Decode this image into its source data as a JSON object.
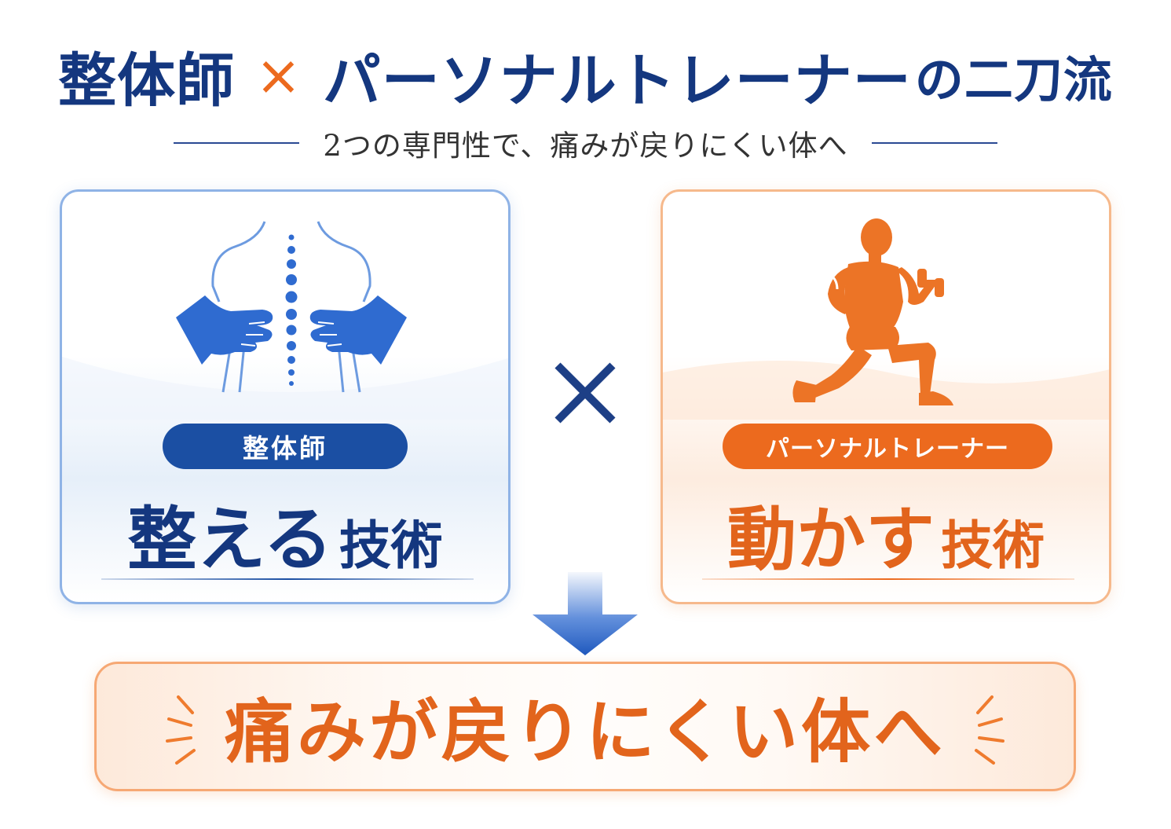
{
  "header": {
    "title_left": "整体師",
    "title_times": "×",
    "title_right": "パーソナルトレーナー",
    "title_suffix": "の二刀流",
    "subtitle": "2つの専門性で、痛みが戻りにくい体へ"
  },
  "left_card": {
    "icon": "spine-hands-icon",
    "pill_label": "整体師",
    "headline_main": "整える",
    "headline_sub": "技術",
    "accent_color": "#1b4fa3"
  },
  "right_card": {
    "icon": "lunge-dumbbell-icon",
    "pill_label": "パーソナルトレーナー",
    "headline_main": "動かす",
    "headline_sub": "技術",
    "accent_color": "#ec6a1e"
  },
  "connector": {
    "icon": "cross-icon"
  },
  "flow": {
    "icon": "arrow-down-icon"
  },
  "result": {
    "message": "痛みが戻りにくい体へ",
    "accent_color": "#e2641c"
  }
}
